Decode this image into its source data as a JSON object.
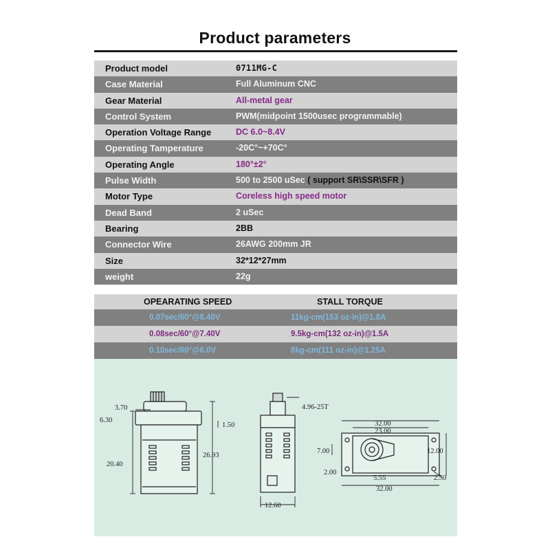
{
  "title": "Product parameters",
  "specs": [
    {
      "label": "Product  model",
      "value": "0711MG-C"
    },
    {
      "label": "Case Material",
      "value": "Full Aluminum CNC"
    },
    {
      "label": "Gear Material",
      "value": "All-metal gear"
    },
    {
      "label": "Control System",
      "value": "PWM(midpoint 1500usec programmable)"
    },
    {
      "label": "Operation Voltage Range",
      "value": "DC 6.0~8.4V"
    },
    {
      "label": "Operating Tamperature",
      "value": "-20C°~+70C°"
    },
    {
      "label": "Operating Angle",
      "value": "180°±2°"
    },
    {
      "label": "Pulse Width",
      "value": "500 to 2500 uSec",
      "value_extra": "( support SR\\SSR\\SFR )"
    },
    {
      "label": "Motor Type",
      "value": "Coreless  high  speed  motor"
    },
    {
      "label": "Dead Band",
      "value": "2 uSec"
    },
    {
      "label": "Bearing",
      "value": "2BB"
    },
    {
      "label": "Connector Wire",
      "value": "26AWG 200mm JR"
    },
    {
      "label": "Size",
      "value": "32*12*27mm"
    },
    {
      "label": "weight",
      "value": "22g"
    }
  ],
  "performance": {
    "headers": {
      "speed": "OPEARATING SPEED",
      "torque": "STALL TORQUE"
    },
    "rows": [
      {
        "speed": "0.07sec/60°@8.40V",
        "torque": "11kg-cm(153 oz-in)@1.8A"
      },
      {
        "speed": "0.08sec/60°@7.40V",
        "torque": "9.5kg-cm(132 oz-in)@1.5A"
      },
      {
        "speed": "0.10sec/60°@6.0V",
        "torque": "8kg-cm(111 oz-in)@1.25A"
      }
    ]
  },
  "drawing": {
    "dims": {
      "d370": "3.70",
      "d630": "6.30",
      "d150": "1.50",
      "d2040": "20.40",
      "d2693": "26.93",
      "spline": "4.96-25T",
      "d1260": "12.60",
      "d3200a": "32.00",
      "d2300": "23.00",
      "d700": "7.00",
      "d1200": "12.00",
      "d200": "2.00",
      "d555": "5.55",
      "d250": "2.50",
      "d3200b": "32.00"
    }
  },
  "colors": {
    "row_light": "#d3d3d3",
    "row_dark": "#808080",
    "purple": "#8a2a8a",
    "speed_blue": "#7fb8dc",
    "drawing_bg": "#d9ece4"
  }
}
